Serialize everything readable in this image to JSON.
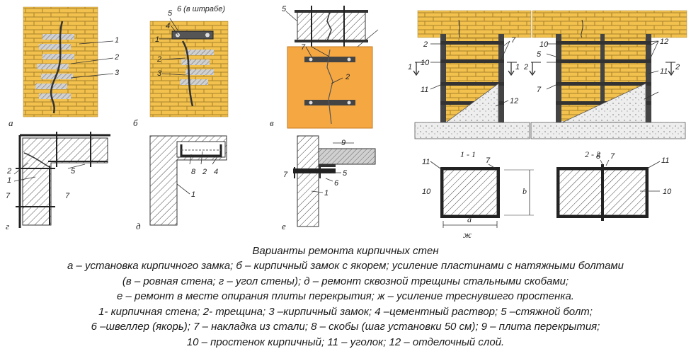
{
  "figure": {
    "panels": [
      {
        "letter": "а",
        "numbers": [
          "1",
          "2",
          "3"
        ]
      },
      {
        "letter": "б",
        "numbers": [
          "5",
          "4",
          "1",
          "2",
          "3"
        ],
        "note": "6 (в штрабе)"
      },
      {
        "letter": "в",
        "numbers": [
          "5",
          "7",
          "2"
        ]
      },
      {
        "letter": "г",
        "numbers": [
          "2",
          "1",
          "5",
          "7",
          "7"
        ]
      },
      {
        "letter": "д",
        "numbers": [
          "8",
          "2",
          "4",
          "1"
        ]
      },
      {
        "letter": "е",
        "numbers": [
          "9",
          "5",
          "6",
          "7",
          "1"
        ]
      },
      {
        "letter": "ж",
        "numbers": [
          "2",
          "10",
          "11",
          "7",
          "12",
          "1",
          "1",
          "2",
          "2",
          "10",
          "5",
          "11",
          "7",
          "12"
        ]
      }
    ],
    "sections": [
      {
        "label": "1 - 1",
        "numbers": [
          "11",
          "7",
          "10"
        ],
        "dims": [
          "а",
          "b"
        ]
      },
      {
        "label": "2 - 2",
        "numbers": [
          "5",
          "7",
          "11",
          "10"
        ]
      }
    ]
  },
  "caption": {
    "title": "Варианты ремонта кирпичных стен",
    "lines": [
      "а – установка кирпичного замка; б – кирпичный замок с якорем; усиление пластинами с натяжными болтами",
      "(в – ровная стена; г – угол стены); д – ремонт сквозной трещины стальными скобами;",
      "е – ремонт в месте опирания плиты перекрытия; ж – усиление треснувшего простенка.",
      "1- кирпичная стена; 2- трещина; 3 –кирпичный замок; 4 –цементный раствор; 5 –стяжной болт;",
      "6 –швеллер (якорь); 7 – накладка из стали; 8 – скобы (шаг установки 50 см); 9 – плита перекрытия;",
      "10 – простенок кирпичный; 11 – уголок; 12 – отделочный слой."
    ]
  },
  "colors": {
    "brick": "#f2c14e",
    "mortar": "#a8822c",
    "plate": "#f5a742",
    "steel": "#333333"
  }
}
